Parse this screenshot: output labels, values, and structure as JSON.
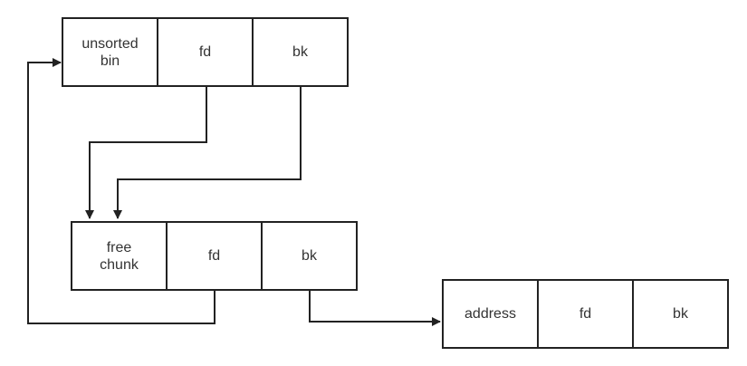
{
  "diagram": {
    "unsorted_bin": {
      "head_label": "unsorted\nbin",
      "fd_label": "fd",
      "bk_label": "bk"
    },
    "free_chunk": {
      "head_label": "free\nchunk",
      "fd_label": "fd",
      "bk_label": "bk"
    },
    "address_chunk": {
      "head_label": "address",
      "fd_label": "fd",
      "bk_label": "bk"
    },
    "colors": {
      "stroke": "#222222",
      "text": "#333333",
      "background": "#ffffff"
    }
  }
}
